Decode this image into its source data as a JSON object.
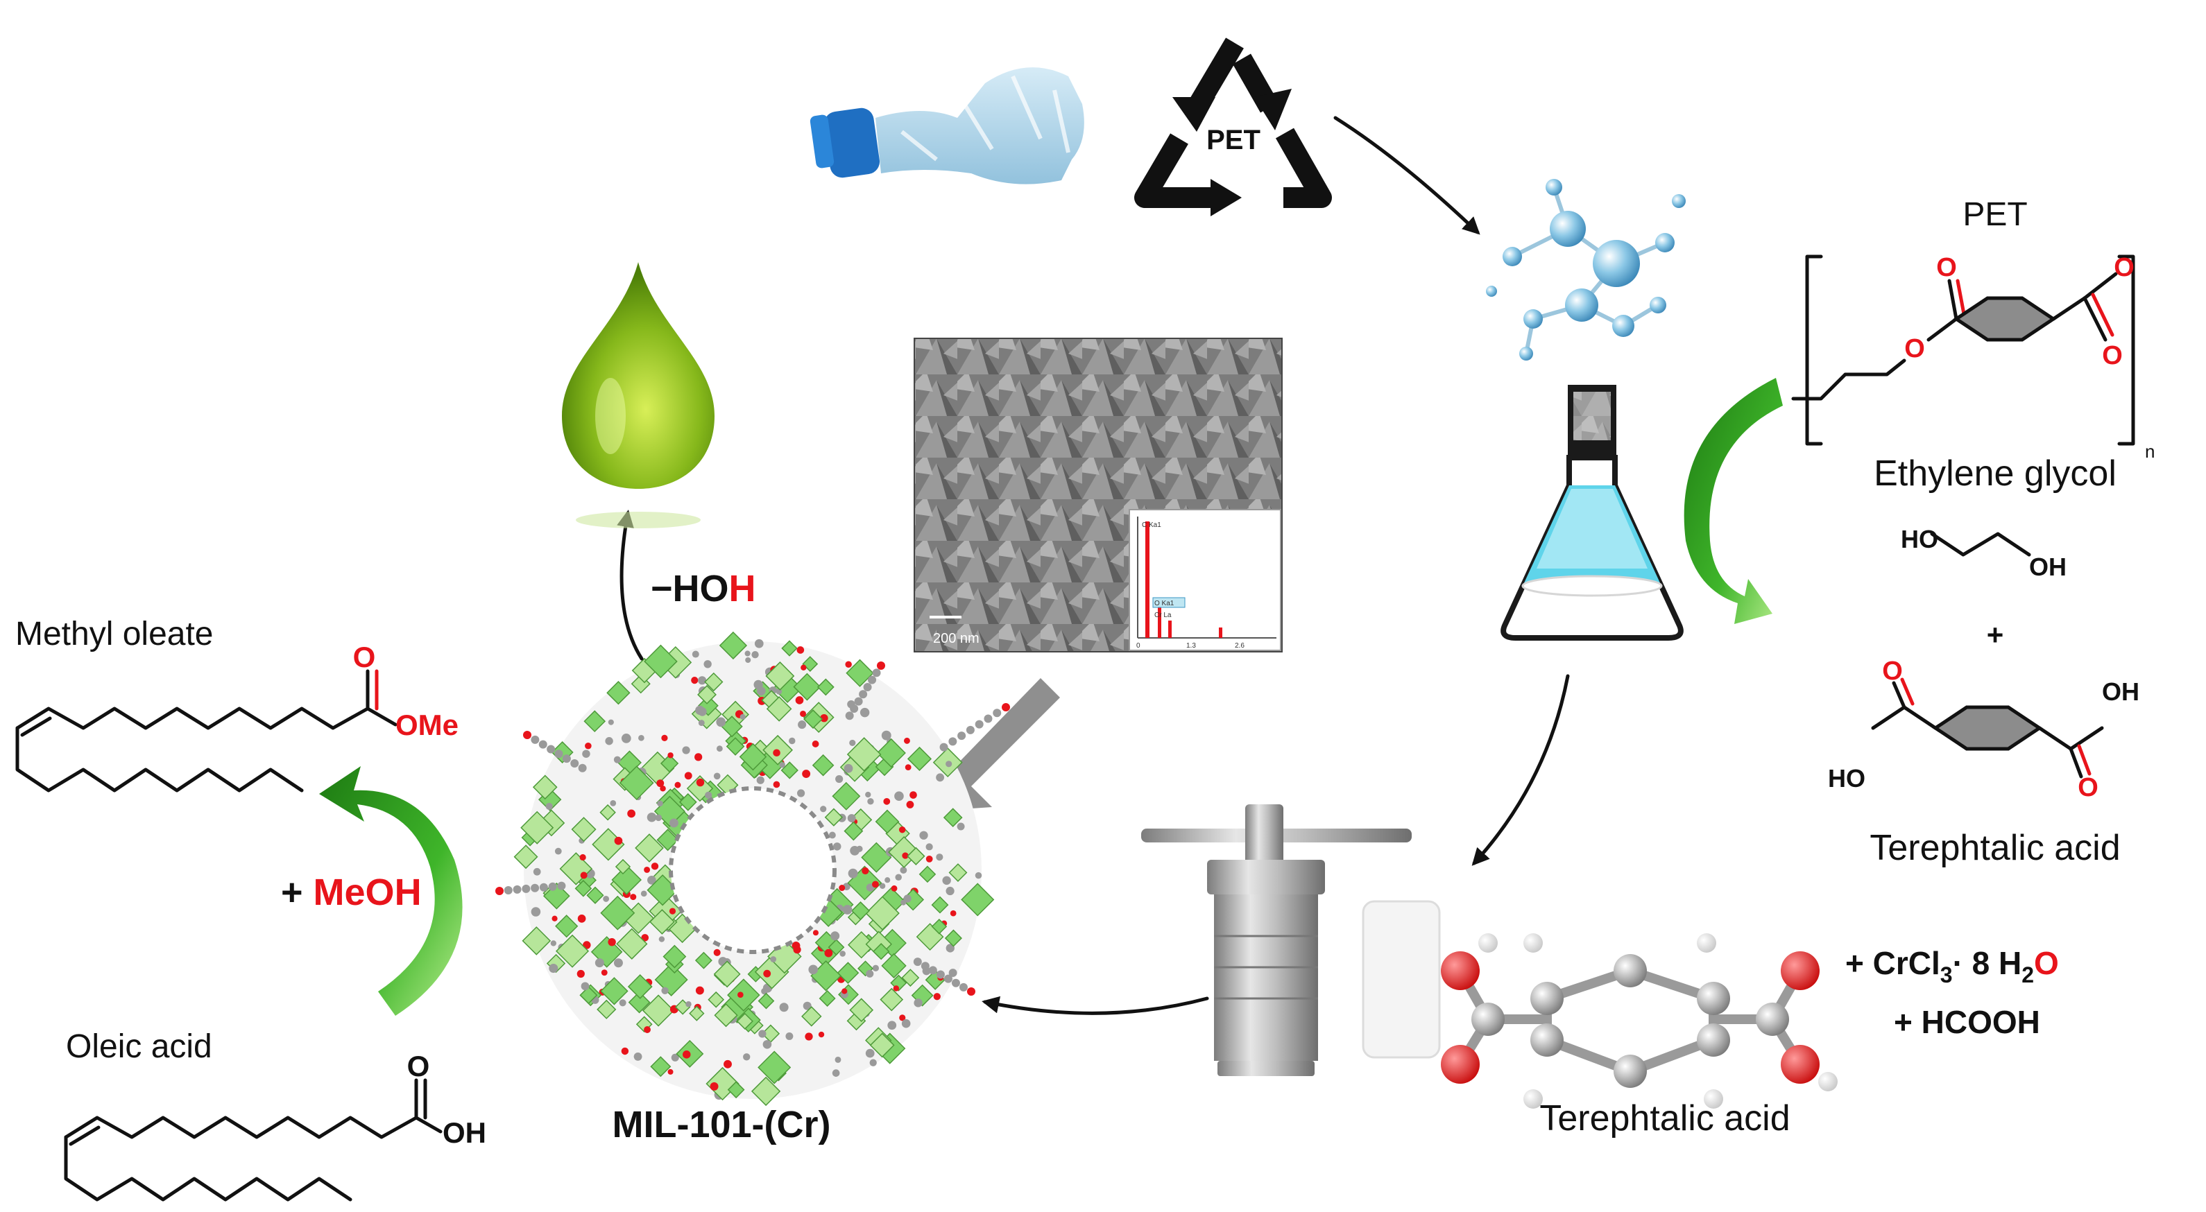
{
  "recycle_symbol": {
    "label": "PET"
  },
  "pet_structure": {
    "title": "PET",
    "oxygen_label": "O",
    "repeat_subscript": "n"
  },
  "ethylene_glycol": {
    "name": "Ethylene glycol",
    "left_label": "HO",
    "right_label": "OH"
  },
  "plus_sign": "+",
  "terephthalic_acid_2d": {
    "name": "Terephtalic acid",
    "top_label": "OH",
    "bottom_label": "HO",
    "oxygen_label": "O"
  },
  "terephthalic_acid_3d": {
    "name": "Terephtalic acid"
  },
  "reagents": {
    "line1_prefix": "+ CrCl",
    "line1_sub3": "3",
    "line1_middle": "· 8 H",
    "line1_sub2": "2",
    "line1_oxygen": "O",
    "line2": "+ HCOOH"
  },
  "mof": {
    "name": "MIL-101-(Cr)"
  },
  "sem": {
    "scale_label": "200 nm",
    "eds_peak_top": "C Ka1",
    "eds_peak_o": "O Ka1",
    "eds_peak_cr": "Cr La",
    "eds_axis": [
      "0",
      "1.3",
      "2.6"
    ]
  },
  "dehydration": {
    "prefix": "−HO",
    "suffix": "H"
  },
  "methyl_oleate": {
    "name": "Methyl oleate",
    "ester_label": "OMe",
    "oxygen_label": "O"
  },
  "oleic_acid": {
    "name": "Oleic acid",
    "acid_label": "OH",
    "oxygen_label": "O"
  },
  "methanol": {
    "plus": "+ ",
    "name": "MeOH"
  },
  "colors": {
    "oxygen_red": "#e8141b",
    "arrow_green": "#2e9e1c",
    "oil_green": "#7ab51d",
    "flask_cyan": "#38c7e0"
  }
}
